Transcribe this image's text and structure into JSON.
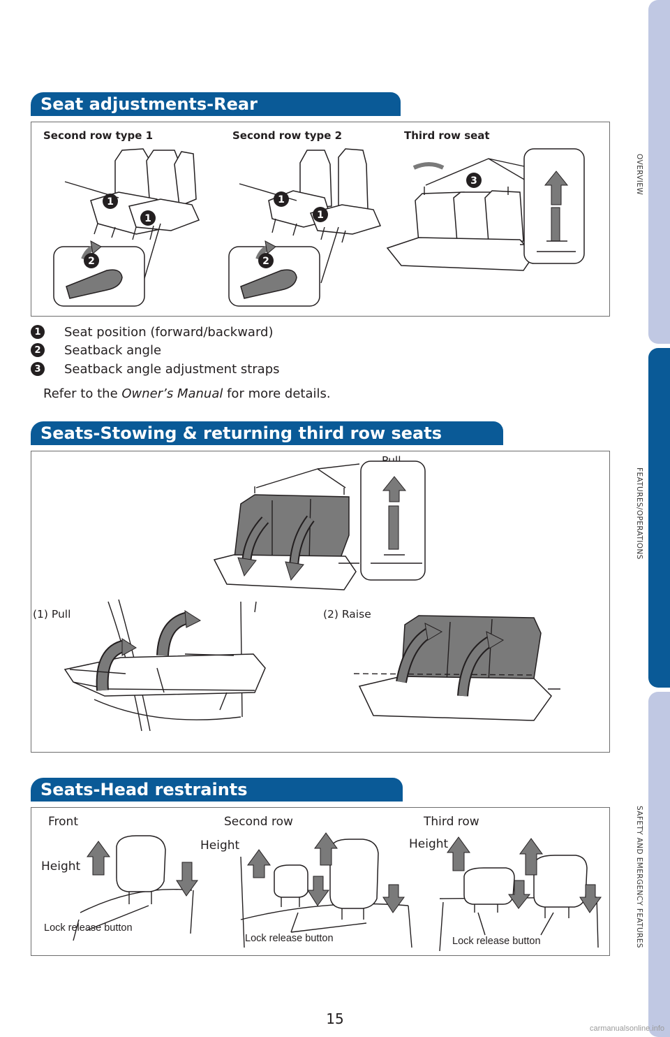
{
  "side_nav": {
    "overview": "OVERVIEW",
    "features": "FEATURES/OPERATIONS",
    "safety": "SAFETY AND EMERGENCY FEATURES"
  },
  "sections": {
    "rear": {
      "title": "Seat adjustments-Rear",
      "labels": {
        "second_type1": "Second row type 1",
        "second_type2": "Second row type 2",
        "third_row": "Third row seat"
      },
      "legend": [
        {
          "num": "1",
          "text": "Seat position (forward/backward)"
        },
        {
          "num": "2",
          "text": "Seatback angle"
        },
        {
          "num": "3",
          "text": "Seatback angle adjustment straps"
        }
      ],
      "note_prefix": "Refer to the ",
      "note_italic": "Owner’s Manual",
      "note_suffix": " for more details."
    },
    "stowing": {
      "title": "Seats-Stowing & returning third row seats",
      "labels": {
        "pull": "Pull",
        "step1": "(1) Pull",
        "step2": "(2) Raise"
      }
    },
    "head": {
      "title": "Seats-Head restraints",
      "labels": {
        "front": "Front",
        "second": "Second row",
        "third": "Third row",
        "height": "Height",
        "lock": "Lock release button"
      }
    }
  },
  "page_number": "15",
  "watermark": "carmanualsonline.info",
  "colors": {
    "header_blue": "#0a5a97",
    "tab_light": "#c0c8e3",
    "tab_active": "#0a5a97",
    "gray_fill": "#7a7a7a"
  }
}
